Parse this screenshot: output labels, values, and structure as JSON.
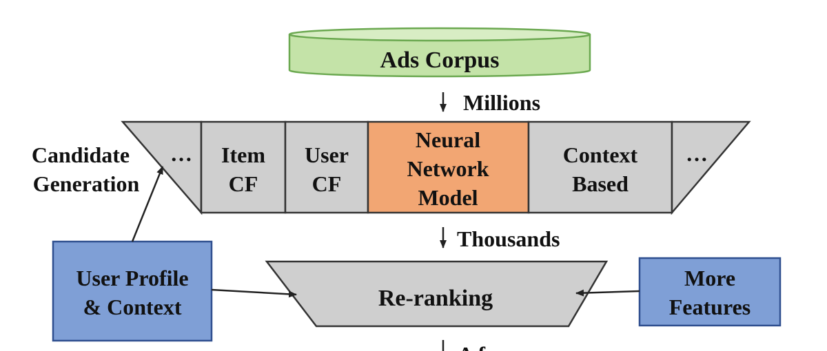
{
  "diagram": {
    "corpus": {
      "label": "Ads Corpus"
    },
    "flows": {
      "millions": "Millions",
      "thousands": "Thousands",
      "bottom_partial": "A f"
    },
    "candidate_generation": {
      "label_line1": "Candidate",
      "label_line2": "Generation",
      "ellipsis_left": "…",
      "ellipsis_right": "…",
      "item_cf": {
        "line1": "Item",
        "line2": "CF"
      },
      "user_cf": {
        "line1": "User",
        "line2": "CF"
      },
      "nn_model": {
        "line1": "Neural",
        "line2": "Network",
        "line3": "Model"
      },
      "context_based": {
        "line1": "Context",
        "line2": "Based"
      }
    },
    "reranking": {
      "label": "Re-ranking"
    },
    "user_profile": {
      "line1": "User Profile",
      "line2": "& Context"
    },
    "more_features": {
      "line1": "More",
      "line2": "Features"
    }
  },
  "colors": {
    "gray_box": "#cfcfcf",
    "corpus_green": "#c4e3a8",
    "nn_orange": "#f2a673",
    "blue_box": "#7f9fd6",
    "stroke": "#333333"
  }
}
